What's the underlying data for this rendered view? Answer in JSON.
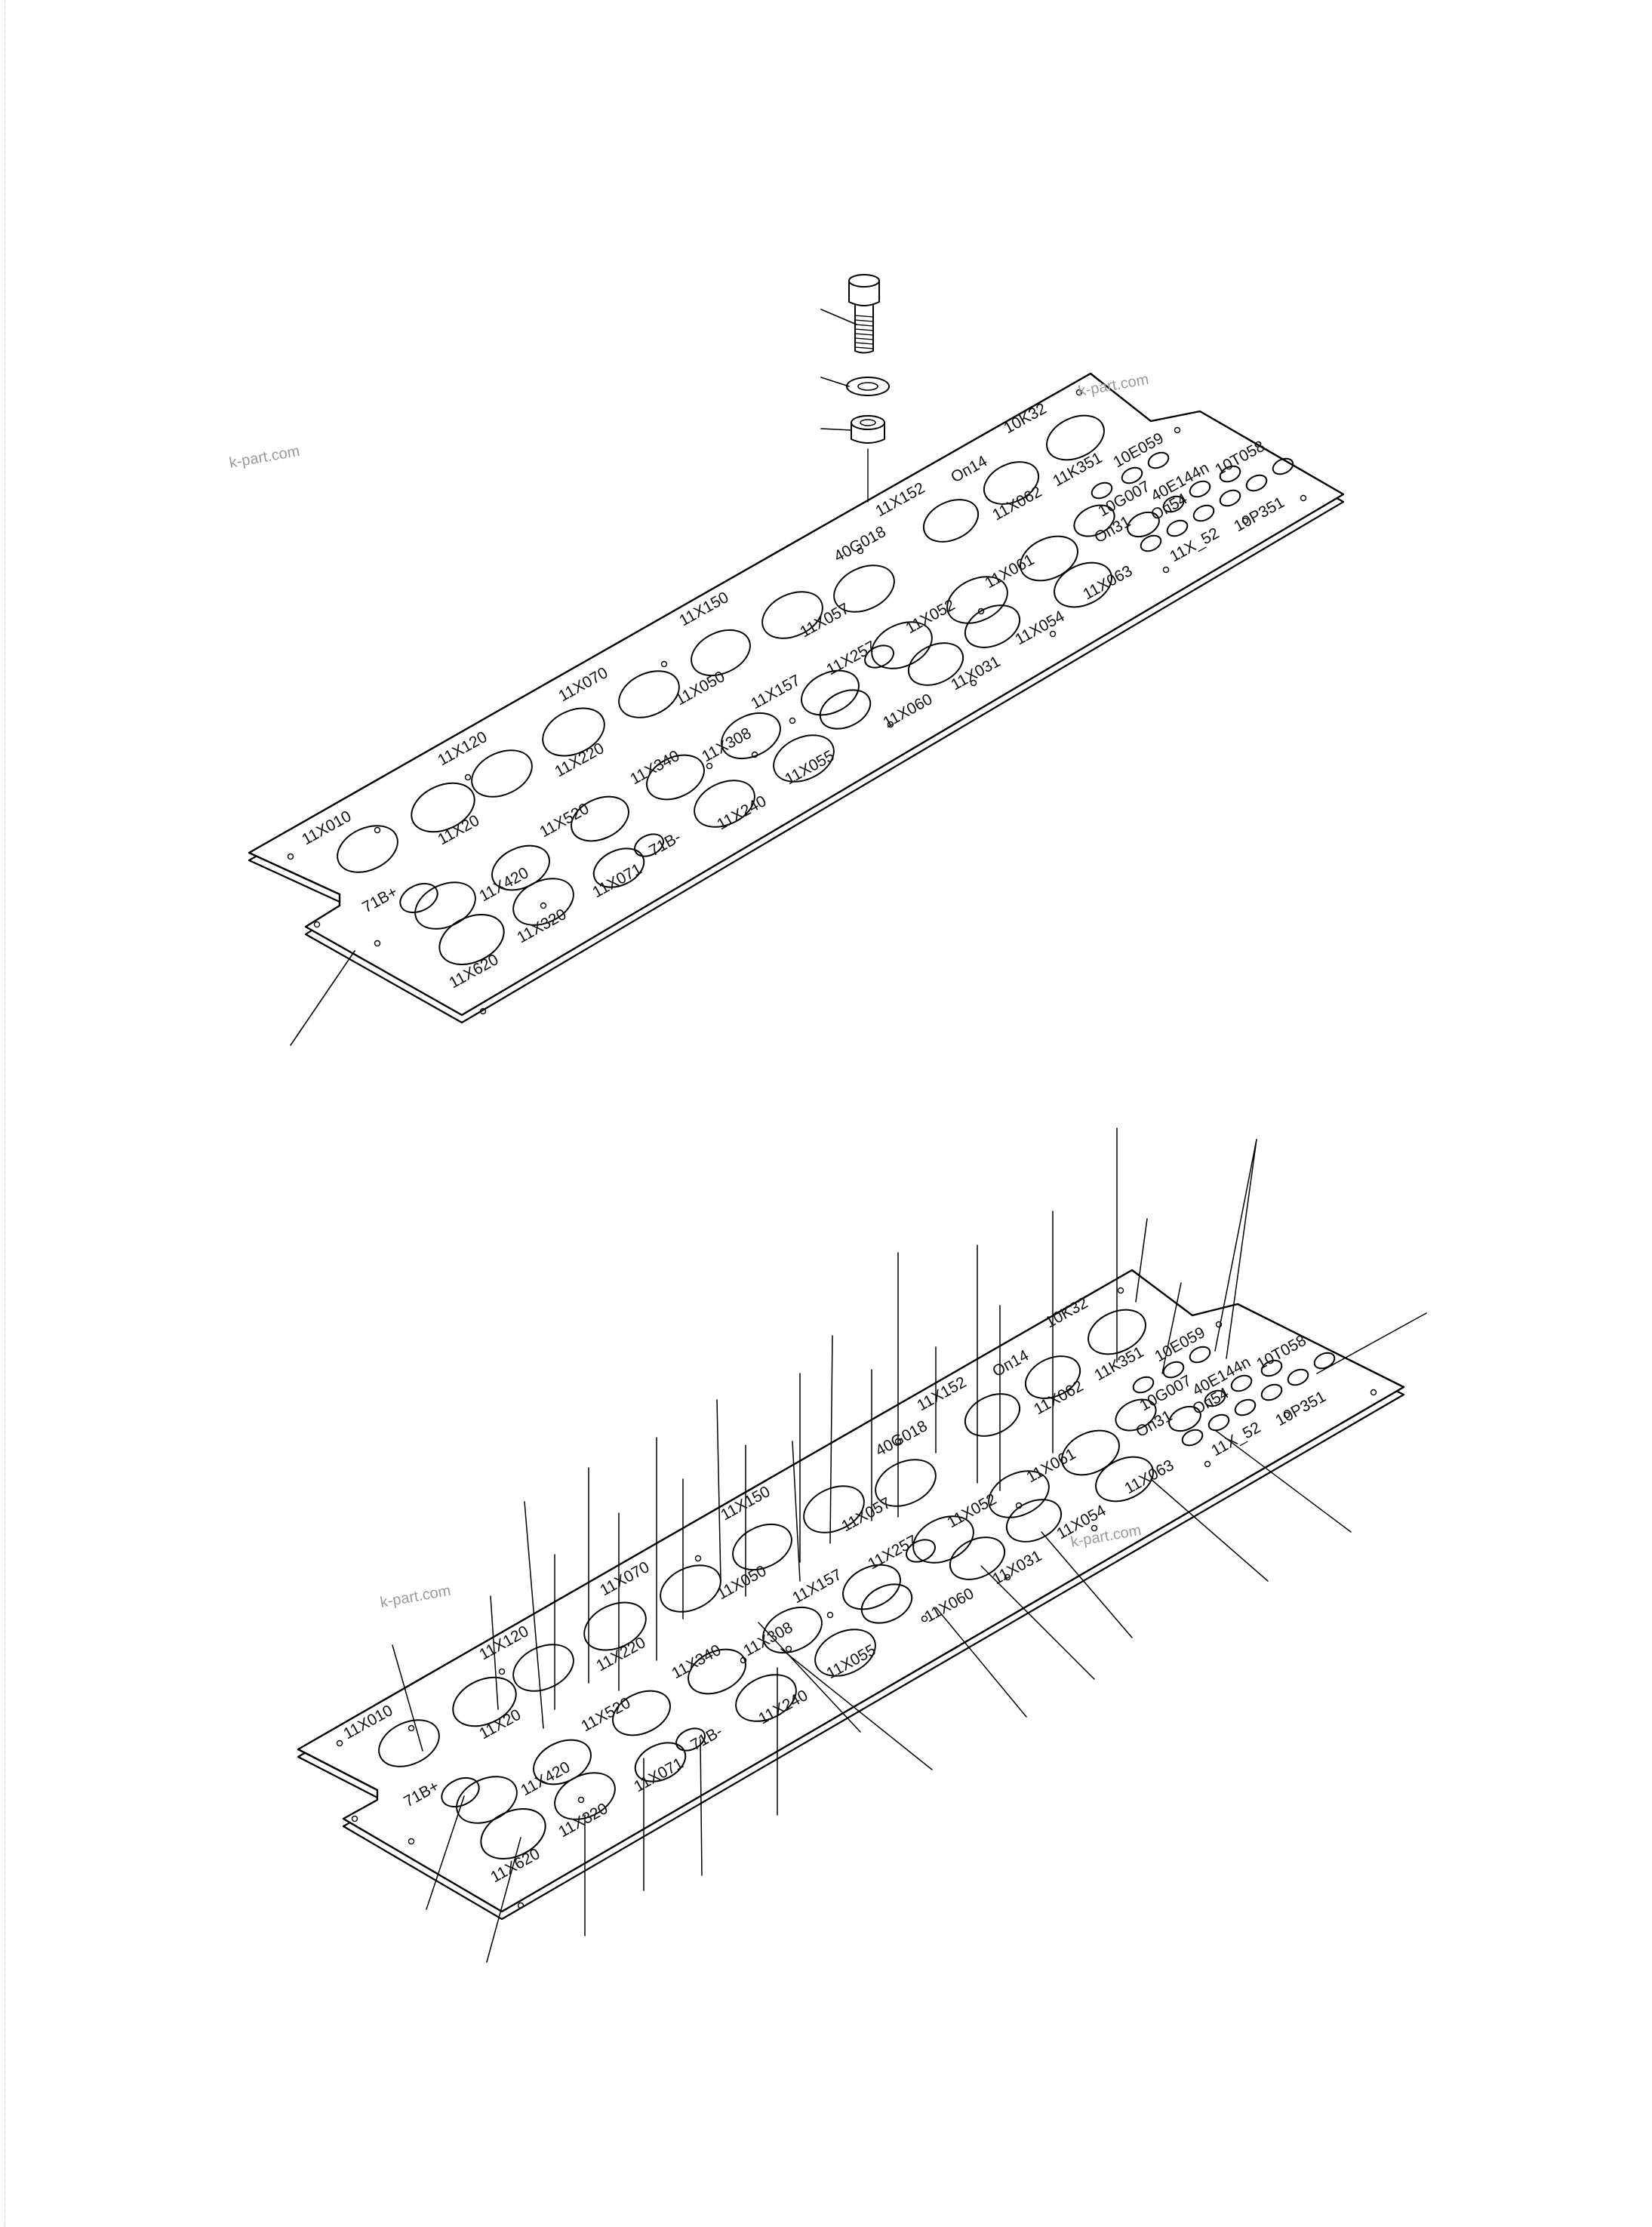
{
  "watermarks": [
    {
      "id": "wm1",
      "text": "k-part.com"
    },
    {
      "id": "wm2",
      "text": "k-part.com"
    },
    {
      "id": "wm3",
      "text": "k-part.com"
    },
    {
      "id": "wm4",
      "text": "k-part.com"
    }
  ],
  "hole_labels": [
    {
      "id": "11X010",
      "text": "11X010"
    },
    {
      "id": "11X120",
      "text": "11X120"
    },
    {
      "id": "11X070",
      "text": "11X070"
    },
    {
      "id": "11X150",
      "text": "11X150"
    },
    {
      "id": "11X152",
      "text": "11X152"
    },
    {
      "id": "0n14",
      "text": "Оп14"
    },
    {
      "id": "10K32",
      "text": "10K32"
    },
    {
      "id": "11X062",
      "text": "11X062"
    },
    {
      "id": "11K351",
      "text": "11K351"
    },
    {
      "id": "10E059",
      "text": "10E059"
    },
    {
      "id": "10G007",
      "text": "10G007"
    },
    {
      "id": "40E144n",
      "text": "40E144n"
    },
    {
      "id": "10T058",
      "text": "10T058"
    },
    {
      "id": "0n31",
      "text": "Оп31"
    },
    {
      "id": "0n54",
      "text": "Оп54"
    },
    {
      "id": "11X_52",
      "text": "11X_52"
    },
    {
      "id": "10P351",
      "text": "10P351"
    },
    {
      "id": "40G018",
      "text": "40G018"
    },
    {
      "id": "11X057",
      "text": "11X057"
    },
    {
      "id": "11X052",
      "text": "11X052"
    },
    {
      "id": "11X061",
      "text": "11X061"
    },
    {
      "id": "11X063",
      "text": "11X063"
    },
    {
      "id": "11X050",
      "text": "11X050"
    },
    {
      "id": "11X157",
      "text": "11X157"
    },
    {
      "id": "11X257",
      "text": "11X257"
    },
    {
      "id": "11X054",
      "text": "11X054"
    },
    {
      "id": "11X031",
      "text": "11X031"
    },
    {
      "id": "11X060",
      "text": "11X060"
    },
    {
      "id": "11X220",
      "text": "11X220"
    },
    {
      "id": "11X308",
      "text": "11X308"
    },
    {
      "id": "11X340",
      "text": "11X340"
    },
    {
      "id": "11X055",
      "text": "11X055"
    },
    {
      "id": "11X240",
      "text": "11X240"
    },
    {
      "id": "11X20",
      "text": "11X20"
    },
    {
      "id": "11X520",
      "text": "11X520"
    },
    {
      "id": "11X420",
      "text": "11X420"
    },
    {
      "id": "71B-",
      "text": "71B-"
    },
    {
      "id": "71B+",
      "text": "71B+"
    },
    {
      "id": "11X071",
      "text": "11X071"
    },
    {
      "id": "11X320",
      "text": "11X320"
    },
    {
      "id": "11X620",
      "text": "11X620"
    }
  ]
}
